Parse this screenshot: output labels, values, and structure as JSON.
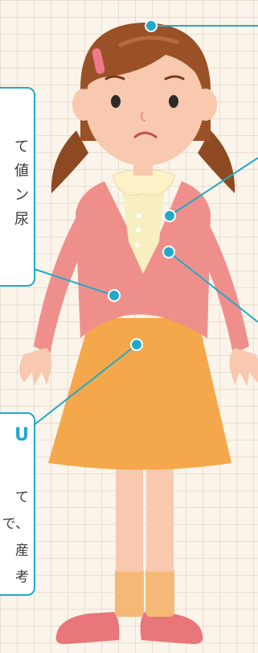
{
  "callouts": {
    "left_top": {
      "lines": "て\n値\nン\n尿"
    },
    "left_bottom": {
      "mark": "U",
      "lines": "て\nで、\n産\n考"
    }
  },
  "colors": {
    "accent": "#22a9c9",
    "jacket": "#ef8f8b",
    "skirt": "#f4a84b",
    "blouse": "#f8efc0",
    "skin": "#f8c9ae",
    "hair": "#9a5128"
  }
}
